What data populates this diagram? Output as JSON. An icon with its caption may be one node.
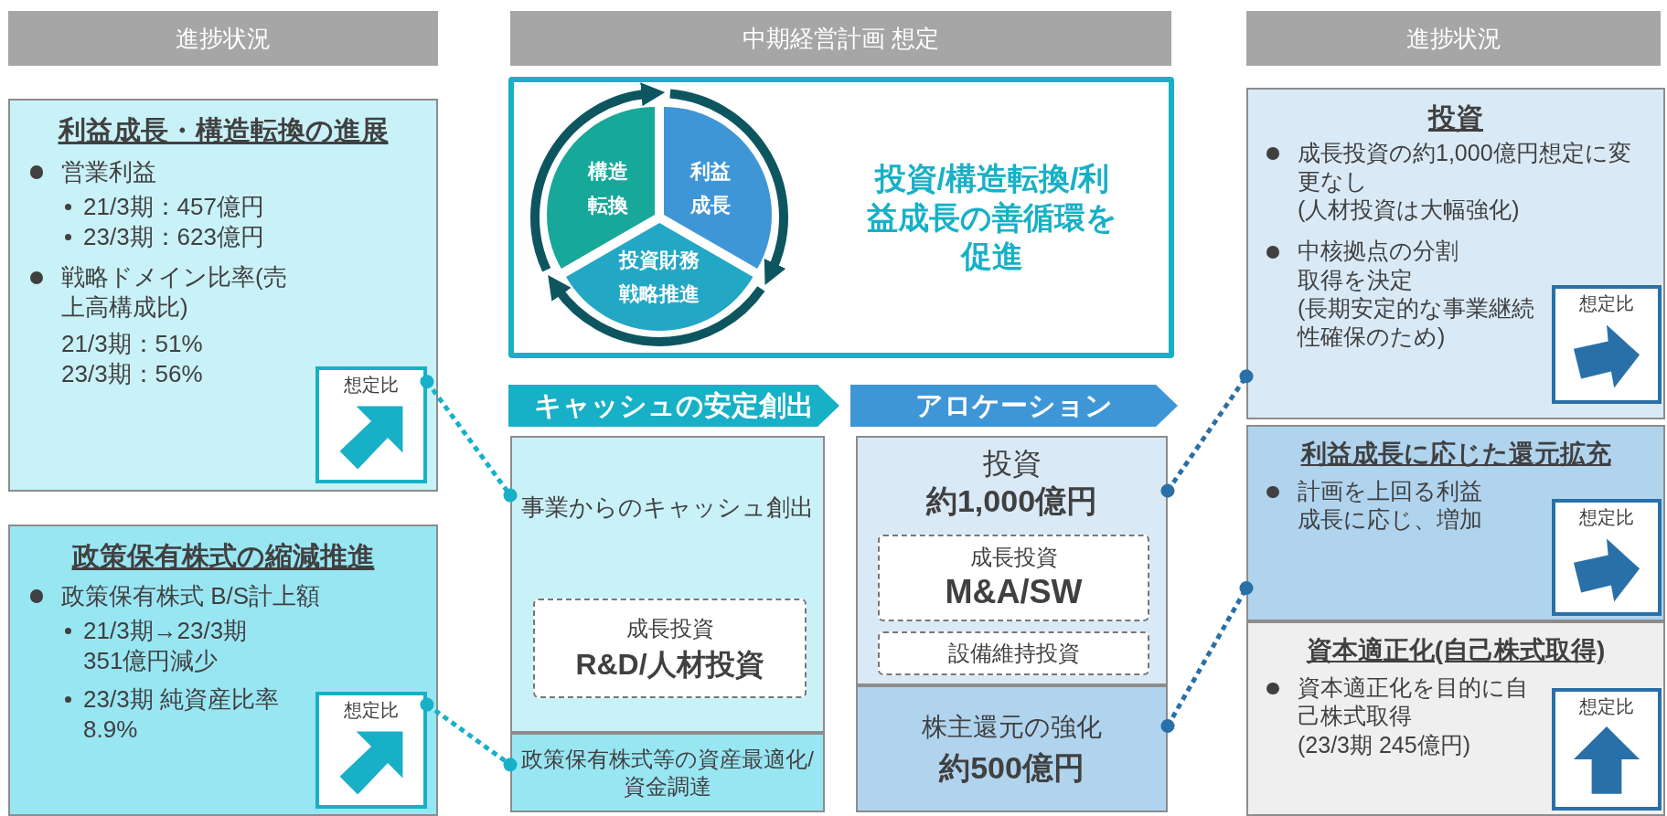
{
  "diagram": {
    "nodes": [
      {
        "text": [
          "進捗状況"
        ]
      },
      {
        "text": [
          "中期経営計画 想定"
        ]
      },
      {
        "text": [
          "進捗状況"
        ]
      },
      {
        "text": [
          "利益成長・構造転換の進展",
          "営業利益",
          "21/3期：457億円",
          "23/3期：623億円",
          "戦略ドメイン比率(売上高構成比)",
          "21/3期：51%",
          "23/3期：56%"
        ]
      },
      {
        "text": [
          "想定比"
        ],
        "in": 3
      },
      {
        "text": [
          "政策保有株式の縮減推進",
          "政策保有株式 B/S計上額",
          "21/3期→23/3期 351億円減少",
          "23/3期 純資産比率 8.9%"
        ]
      },
      {
        "text": [
          "想定比"
        ],
        "in": 5
      },
      {
        "text": [
          "投資/構造転換/利益成長の善循環を促進"
        ]
      },
      {
        "text": [
          "構造転換"
        ],
        "in": 7
      },
      {
        "text": [
          "利益成長"
        ],
        "in": 7
      },
      {
        "text": [
          "投資財務戦略推進"
        ],
        "in": 7
      },
      {
        "text": [
          "キャッシュの安定創出"
        ]
      },
      {
        "text": [
          "アロケーション"
        ]
      },
      {
        "text": [
          "事業からのキャッシュ創出"
        ]
      },
      {
        "text": [
          "成長投資",
          "R&D/人材投資"
        ],
        "in": 13
      },
      {
        "text": [
          "政策保有株式等の資産最適化/資金調達"
        ]
      },
      {
        "text": [
          "投資",
          "約1,000億円"
        ]
      },
      {
        "text": [
          "成長投資",
          "M&A/SW"
        ],
        "in": 16
      },
      {
        "text": [
          "設備維持投資"
        ],
        "in": 16
      },
      {
        "text": [
          "株主還元の強化",
          "約500億円"
        ]
      },
      {
        "text": [
          "投資",
          "成長投資の約1,000億円想定に変更なし",
          "(人材投資は大幅強化)",
          "中核拠点の分割取得を決定",
          "(長期安定的な事業継続性確保のため)"
        ]
      },
      {
        "text": [
          "想定比"
        ],
        "in": 20
      },
      {
        "text": [
          "利益成長に応じた還元拡充",
          "計画を上回る利益成長に応じ、増加"
        ]
      },
      {
        "text": [
          "想定比"
        ],
        "in": 22
      },
      {
        "text": [
          "資本適正化(自己株式取得)",
          "資本適正化を目的に自己株式取得",
          "(23/3期 245億円)"
        ]
      },
      {
        "text": [
          "想定比"
        ],
        "in": 24
      }
    ],
    "edges": [
      {
        "from": 8,
        "to": 9,
        "arrow": "to",
        "style": "thick",
        "color": "#0d5660"
      },
      {
        "from": 9,
        "to": 10,
        "arrow": "to",
        "style": "thick",
        "color": "#0d5660"
      },
      {
        "from": 10,
        "to": 8,
        "arrow": "to",
        "style": "thick",
        "color": "#0d5660"
      },
      {
        "from": 4,
        "to": 13,
        "arrow": "other",
        "style": "dashed",
        "color": "#17b0c6"
      },
      {
        "from": 6,
        "to": 15,
        "arrow": "other",
        "style": "dashed",
        "color": "#17b0c6"
      },
      {
        "from": 16,
        "to": 20,
        "arrow": "other",
        "style": "dashed",
        "color": "#2a70a8"
      },
      {
        "from": 19,
        "to": 22,
        "arrow": "other",
        "style": "dashed",
        "color": "#2a70a8"
      }
    ]
  }
}
